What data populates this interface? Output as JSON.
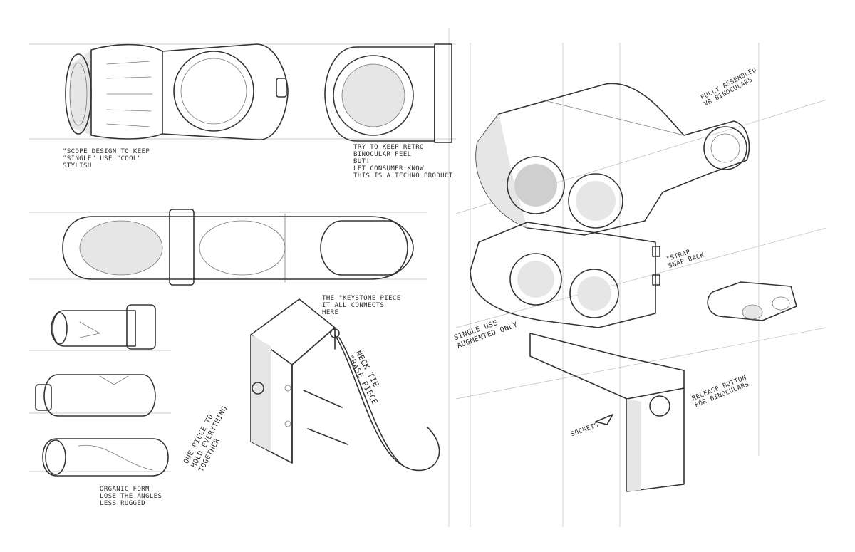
{
  "notes": {
    "scope": [
      "\"SCOPE DESIGN TO KEEP",
      "\"SINGLE\" USE \"COOL\"",
      "STYLISH"
    ],
    "retro": [
      "TRY TO KEEP RETRO",
      "BINOCULAR FEEL",
      "BUT!",
      "LET CONSUMER KNOW",
      "THIS IS A TECHNO PRODUCT"
    ],
    "keystone": [
      "THE \"KEYSTONE PIECE",
      "IT ALL CONNECTS",
      "HERE"
    ],
    "neck": [
      "NECK TIE",
      "\"BASE PIECE"
    ],
    "one_piece": [
      "ONE PIECE TO",
      "HOLD EVERYTHING",
      "TOGETHER"
    ],
    "organic": [
      "ORGANIC FORM",
      "LOSE THE ANGLES",
      "LESS RUGGED"
    ],
    "assembled": [
      "FULLY ASSEMBLED",
      "VR BINOCULARS"
    ],
    "snap": [
      "\"STRAP",
      "SNAP BACK"
    ],
    "single_use": [
      "SINGLE USE",
      "AUGMENTED ONLY"
    ],
    "sockets": [
      "SOCKETS"
    ],
    "release": [
      "RELEASE BUTTON",
      "FOR BINOCULARS"
    ]
  },
  "colors": {
    "paper": "#ffffff",
    "pencil": "#333333",
    "guide": "#bdbdbd"
  }
}
